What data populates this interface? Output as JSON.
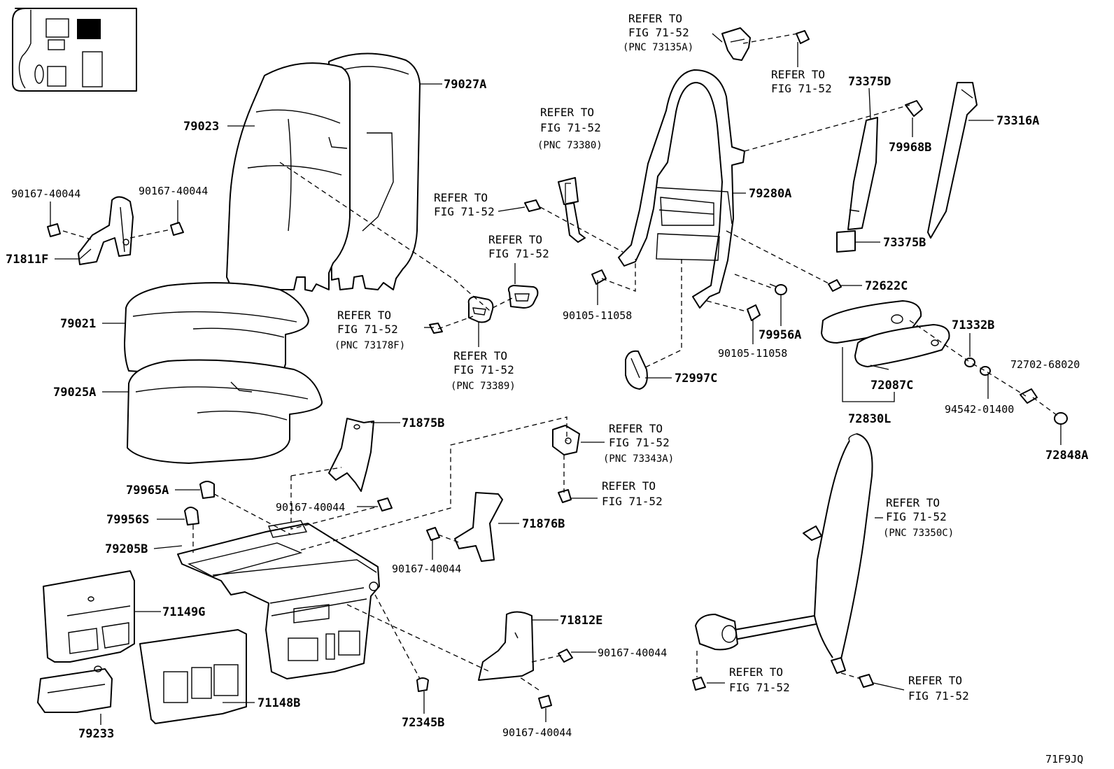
{
  "figure_id": "71F9JQ",
  "labels": {
    "p79027A": "79027A",
    "p79023": "79023",
    "p79021": "79021",
    "p79025A": "79025A",
    "p71811F": "71811F",
    "p90167_a": "90167-40044",
    "p90167_b": "90167-40044",
    "p71875B": "71875B",
    "p90167_c": "90167-40044",
    "p79965A": "79965A",
    "p79956S": "79956S",
    "p79205B": "79205B",
    "p71149G": "71149G",
    "p79233": "79233",
    "p71148B": "71148B",
    "p72345B": "72345B",
    "p90167_d": "90167-40044",
    "p71876B": "71876B",
    "p71812E": "71812E",
    "p90167_e": "90167-40044",
    "p90167_f": "90167-40044",
    "p90105_a": "90105-11058",
    "p90105_b": "90105-11058",
    "p79956A": "79956A",
    "p72997C": "72997C",
    "p79280A": "79280A",
    "p73375D": "73375D",
    "p79968B": "79968B",
    "p73316A": "73316A",
    "p73375B": "73375B",
    "p72622C": "72622C",
    "p71332B": "71332B",
    "p72702": "72702-68020",
    "p72087C": "72087C",
    "p94542": "94542-01400",
    "p72830L": "72830L",
    "p72848A": "72848A"
  },
  "refs": {
    "r1": {
      "line1": "REFER TO",
      "line2": "FIG 71-52",
      "pnc": "(PNC 73135A)"
    },
    "r2": {
      "line1": "REFER TO",
      "line2": "FIG 71-52"
    },
    "r3": {
      "line1": "REFER TO",
      "line2": "FIG 71-52",
      "pnc": "(PNC 73380)"
    },
    "r4": {
      "line1": "REFER TO",
      "line2": "FIG 71-52"
    },
    "r5": {
      "line1": "REFER TO",
      "line2": "FIG 71-52"
    },
    "r6": {
      "line1": "REFER TO",
      "line2": "FIG 71-52",
      "pnc": "(PNC 73178F)"
    },
    "r7": {
      "line1": "REFER TO",
      "line2": "FIG 71-52",
      "pnc": "(PNC 73389)"
    },
    "r8": {
      "line1": "REFER TO",
      "line2": "FIG 71-52",
      "pnc": "(PNC 73343A)"
    },
    "r9": {
      "line1": "REFER TO",
      "line2": "FIG 71-52"
    },
    "r10": {
      "line1": "REFER TO",
      "line2": "FIG 71-52",
      "pnc": "(PNC 73350C)"
    },
    "r11": {
      "line1": "REFER TO",
      "line2": "FIG 71-52"
    },
    "r12": {
      "line1": "REFER TO",
      "line2": "FIG 71-52"
    }
  }
}
